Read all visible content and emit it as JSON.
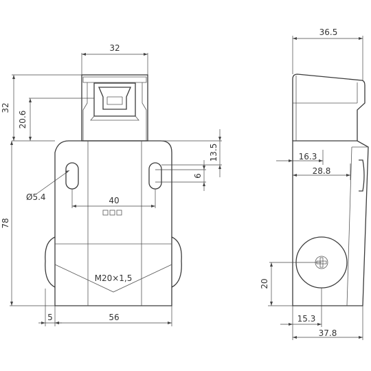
{
  "front_view": {
    "dims": {
      "head_width": "32",
      "head_height": "32",
      "slot_height": "20.6",
      "top_offset": "13.5",
      "slot_width": "6",
      "hole_diameter": "Ø5.4",
      "hole_spacing": "40",
      "body_height": "78",
      "left_offset": "5",
      "body_width": "56",
      "thread": "M20×1,5"
    }
  },
  "side_view": {
    "dims": {
      "top_width": "36.5",
      "upper_offset": "16.3",
      "upper_width": "28.8",
      "center_height": "20",
      "lower_offset": "15.3",
      "bottom_width": "37.8"
    }
  },
  "colors": {
    "line": "#3a3a3a",
    "text": "#333333"
  }
}
